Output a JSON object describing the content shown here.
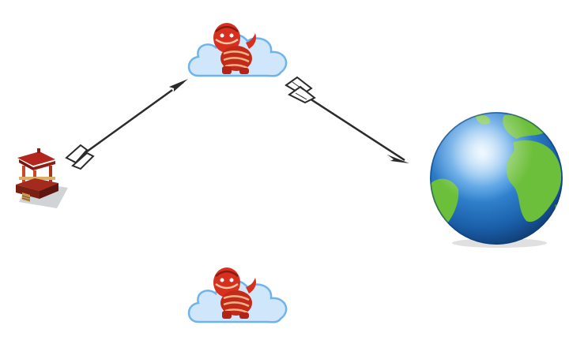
{
  "diagram": {
    "nodes": [
      {
        "id": "pagoda",
        "icon": "chinese-pagoda-icon"
      },
      {
        "id": "cloud-top",
        "icon": "cloud-lion-icon"
      },
      {
        "id": "cloud-bottom",
        "icon": "cloud-lion-icon"
      },
      {
        "id": "globe",
        "icon": "earth-globe-icon"
      }
    ],
    "edges": [
      {
        "from": "pagoda",
        "to": "cloud-top",
        "style": "feathered-arrow"
      },
      {
        "from": "cloud-top",
        "to": "globe",
        "style": "feathered-arrow"
      }
    ]
  },
  "colors": {
    "cloud_fill": "#cfe6fb",
    "cloud_stroke": "#6fb3ec",
    "lion_red": "#d7301f",
    "pagoda_red": "#b3261e",
    "ocean_blue": "#1f6fc4",
    "land_green": "#6cbf3a",
    "arrow_dark": "#2b2b2b"
  }
}
